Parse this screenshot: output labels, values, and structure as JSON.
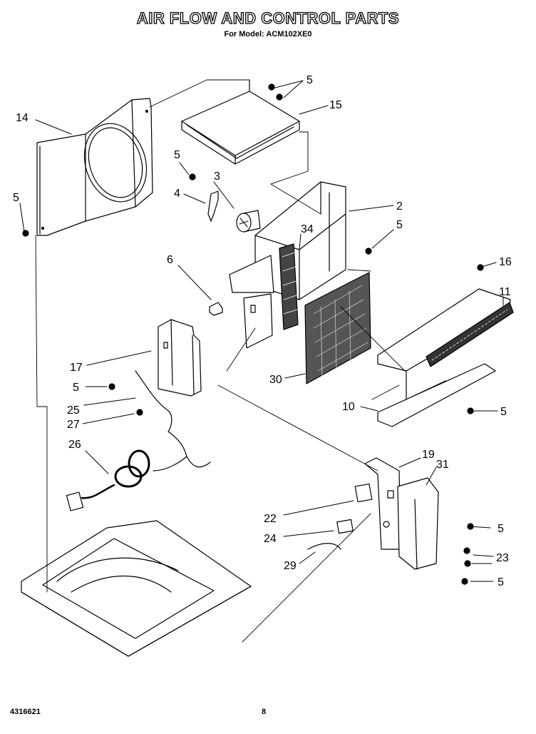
{
  "header": {
    "title": "AIR FLOW AND CONTROL PARTS",
    "subtitle": "For Model: ACM102XE0"
  },
  "footer": {
    "doc_number": "4316621",
    "page_number": "8"
  },
  "callouts": {
    "c14": "14",
    "c5a": "5",
    "c15": "15",
    "c5b": "5",
    "c3": "3",
    "c4": "4",
    "c5c": "5",
    "c2": "2",
    "c34": "34",
    "c5d": "5",
    "c6": "6",
    "c16": "16",
    "c11": "11",
    "c17": "17",
    "c5e": "5",
    "c30": "30",
    "c25": "25",
    "c10": "10",
    "c5f": "5",
    "c27": "27",
    "c26": "26",
    "c19": "19",
    "c31": "31",
    "c22": "22",
    "c5g": "5",
    "c24": "24",
    "c23": "23",
    "c29": "29",
    "c5h": "5"
  }
}
